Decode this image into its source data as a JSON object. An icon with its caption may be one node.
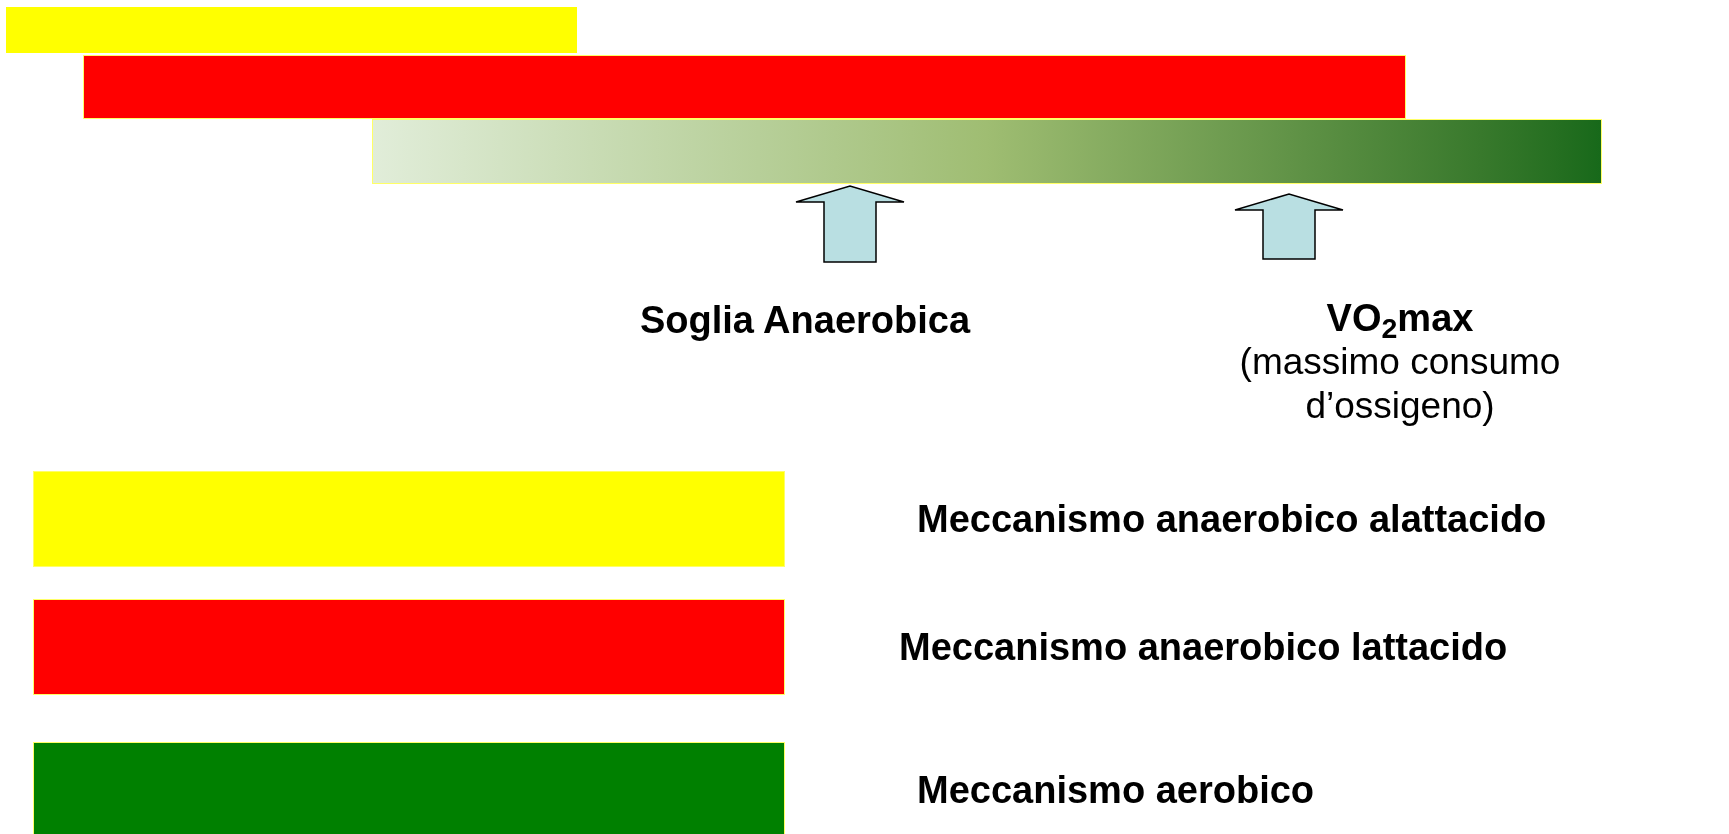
{
  "diagram": {
    "nodes": [
      {
        "text": [],
        "shape": "bar"
      },
      {
        "text": [],
        "shape": "bar"
      },
      {
        "text": [],
        "shape": "bar"
      },
      {
        "text": [
          "Soglia Anaerobica"
        ]
      },
      {
        "text": [
          "VO$_{2}$max",
          "(massimo consumo d’ossigeno)"
        ]
      }
    ],
    "edges": [
      {
        "from": 3,
        "to": 2,
        "arrow": "to"
      },
      {
        "from": 4,
        "to": 2,
        "arrow": "to"
      }
    ],
    "legend": [
      {
        "text": "Meccanismo anaerobico alattacido",
        "color": "#ffff00"
      },
      {
        "text": "Meccanismo anaerobico lattacido",
        "color": "#ff0000"
      },
      {
        "text": "Meccanismo aerobico",
        "color": "#008000"
      }
    ]
  }
}
